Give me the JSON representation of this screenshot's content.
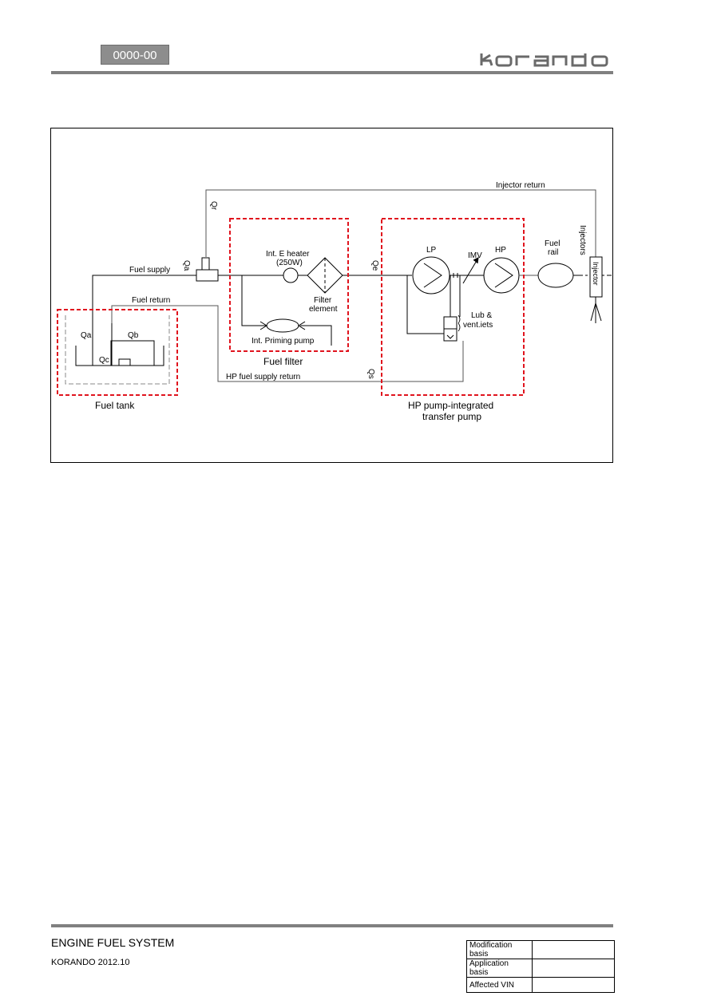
{
  "header": {
    "code": "0000-00",
    "brand": "korando"
  },
  "diagram": {
    "labels": {
      "injector_return": "Injector return",
      "qr": "Qr",
      "qa_supply": "Qa",
      "fuel_supply": "Fuel supply",
      "fuel_return": "Fuel return",
      "heater": "Int. E heater",
      "heater_power": "(250W)",
      "filter_element_1": "Filter",
      "filter_element_2": "element",
      "priming_pump": "Int. Priming pump",
      "fuel_filter": "Fuel filter",
      "qe": "Qe",
      "lp": "LP",
      "imv": "IMV",
      "hp": "HP",
      "fuel_rail_1": "Fuel",
      "fuel_rail_2": "rail",
      "injectors": "Injectors",
      "injector": "Injector",
      "lub_1": "Lub &",
      "lub_2": "vent.iets",
      "qa_tank": "Qa",
      "qb": "Qb",
      "qc": "Qc",
      "hp_supply_return": "HP fuel supply return",
      "qs": "Qs",
      "fuel_tank": "Fuel tank",
      "hp_pump_1": "HP pump-integrated",
      "hp_pump_2": "transfer pump"
    },
    "colors": {
      "line": "#000000",
      "highlight_box": "#e0141e",
      "tank_outline": "#9a9a9a",
      "return_line": "#6a6a6a"
    }
  },
  "footer": {
    "title": "ENGINE FUEL SYSTEM",
    "subtitle": "KORANDO 2012.10",
    "table": [
      {
        "label": "Modification basis",
        "value": ""
      },
      {
        "label": "Application basis",
        "value": ""
      },
      {
        "label": "Affected VIN",
        "value": ""
      }
    ]
  }
}
